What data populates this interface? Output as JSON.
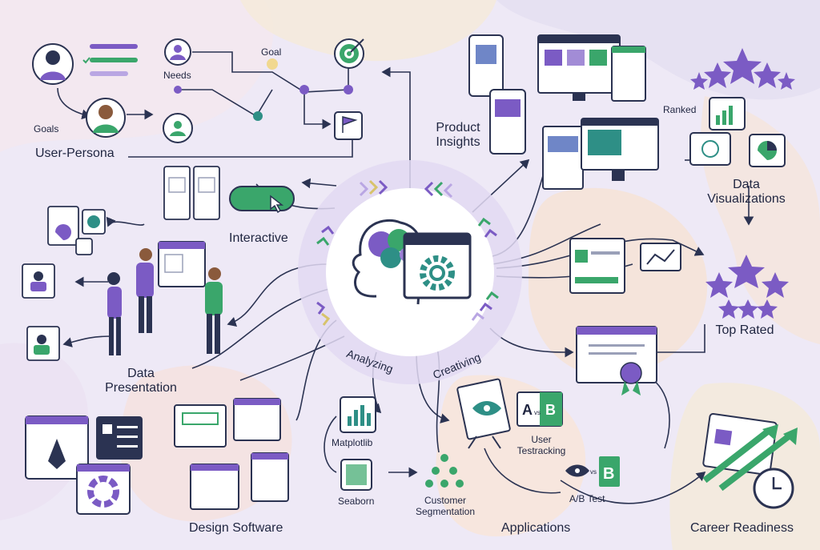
{
  "center": {
    "left_label": "Analyzing",
    "right_label": "Creativing"
  },
  "nodes": {
    "user_persona": "User-Persona",
    "goals": "Goals",
    "needs": "Needs",
    "goal": "Goal",
    "product_insights_1": "Product",
    "product_insights_2": "Insights",
    "ranked": "Ranked",
    "data_viz_1": "Data",
    "data_viz_2": "Visualizations",
    "interactive": "Interactive",
    "data_presentation_1": "Data",
    "data_presentation_2": "Presentation",
    "top_rated": "Top Rated",
    "design_software": "Design Software",
    "matplotlib": "Matplotlib",
    "seaborn": "Seaborn",
    "customer_segmentation_1": "Customer",
    "customer_segmentation_2": "Segmentation",
    "user_testracking_1": "User",
    "user_testracking_2": "Testracking",
    "ab_test": "A/B Test",
    "applications": "Applications",
    "career_readiness": "Career Readiness"
  },
  "badges": {
    "ab_a": "A",
    "ab_vs": "vs",
    "ab_b": "B",
    "eye_vs": "vs",
    "eye_b": "B"
  },
  "colors": {
    "purple": "#7b5bc4",
    "purple_light": "#b9a6e3",
    "green": "#3aa66b",
    "teal": "#2e8f86",
    "navy": "#2b3352",
    "peach": "#f6dcc8",
    "lavender": "#e7e0f3"
  }
}
